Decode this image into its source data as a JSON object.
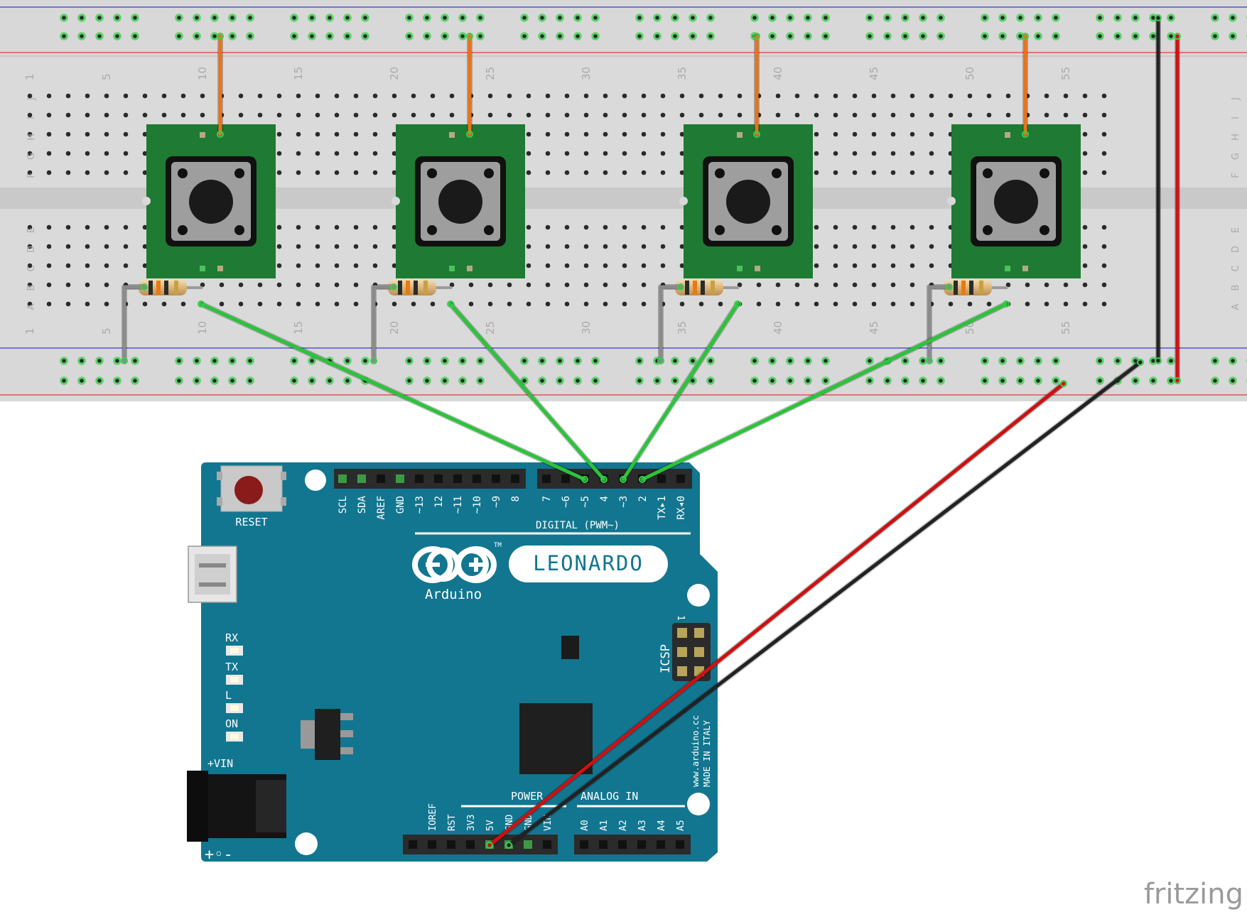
{
  "breadboard": {
    "row_letters": [
      "J",
      "I",
      "H",
      "G",
      "F",
      "E",
      "D",
      "C",
      "B",
      "A"
    ],
    "column_numbers": [
      "1",
      "5",
      "10",
      "15",
      "20",
      "25",
      "30",
      "35",
      "40",
      "45",
      "50",
      "55"
    ]
  },
  "arduino": {
    "reset_label": "RESET",
    "logo_text": "Arduino",
    "model": "LEONARDO",
    "tm": "TM",
    "digital_label": "DIGITAL (PWM~)",
    "digital_pins": [
      "SCL",
      "SDA",
      "AREF",
      "GND",
      "~13",
      "12",
      "~11",
      "~10",
      "~9",
      "8",
      "7",
      "~6",
      "~5",
      "4",
      "~3",
      "2",
      "TX▸1",
      "RX◂0"
    ],
    "leds": [
      "RX",
      "TX",
      "L",
      "ON"
    ],
    "icsp_label": "ICSP",
    "icsp_pin1": "1",
    "vin_label": "+VIN",
    "power_label": "POWER",
    "analog_label": "ANALOG IN",
    "power_pins": [
      "IOREF",
      "RST",
      "3V3",
      "5V",
      "GND",
      "GND",
      "VIN"
    ],
    "analog_pins": [
      "A0",
      "A1",
      "A2",
      "A3",
      "A4",
      "A5"
    ],
    "website": "www.arduino.cc",
    "made_in": "MADE IN ITALY",
    "polarity": "+◦-"
  },
  "watermark": "fritzing",
  "colors": {
    "board_teal": "#127690",
    "breadboard": "#dcdcdc",
    "button_pcb": "#1f7a33",
    "wire_orange": "#e8731a",
    "wire_green": "#2bc33a",
    "wire_red": "#cc1111",
    "wire_black": "#222222",
    "wire_gray": "#8a8a8a",
    "rail_red": "#e03b3b",
    "rail_blue": "#3b3bd9"
  },
  "components": {
    "push_buttons": 4,
    "resistors": 4
  }
}
